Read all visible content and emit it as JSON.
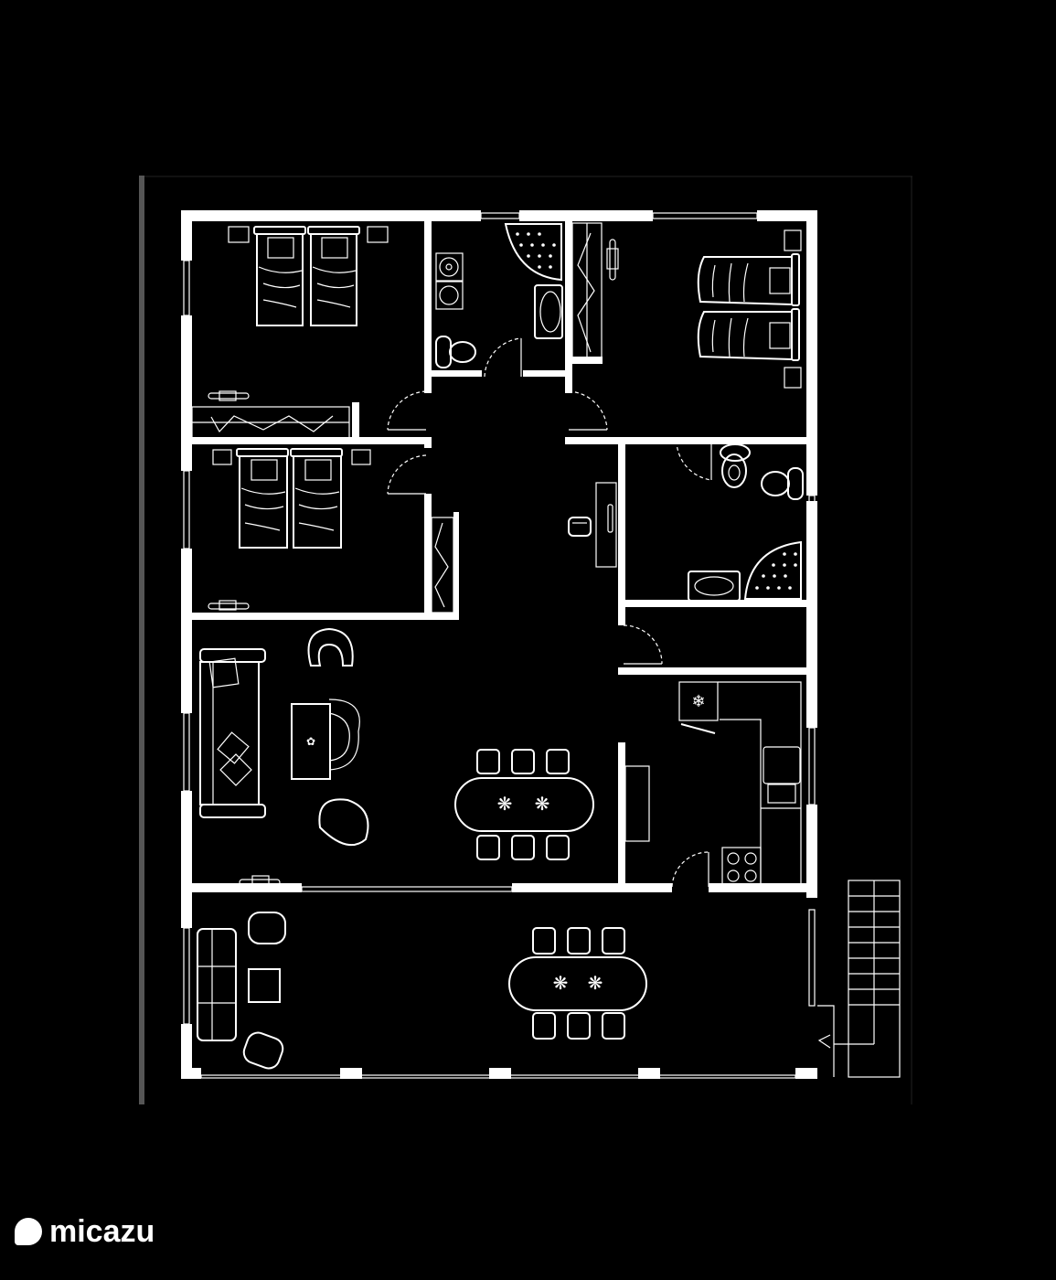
{
  "brand": {
    "name": "micazu",
    "logo_icon": "speech-bubble-logo-icon"
  },
  "floorplan": {
    "background_color": "#000000",
    "line_color": "#ffffff",
    "frame_color": "#555555",
    "rooms": [
      {
        "id": "bedroom-1",
        "type": "bedroom",
        "furniture": [
          "twin-beds",
          "nightstands",
          "wardrobe",
          "radiator"
        ]
      },
      {
        "id": "bathroom-1",
        "type": "bathroom",
        "furniture": [
          "corner-shower",
          "sink",
          "toilet",
          "washer",
          "dryer"
        ]
      },
      {
        "id": "closet",
        "type": "wardrobe",
        "furniture": [
          "wardrobe"
        ]
      },
      {
        "id": "bedroom-2",
        "type": "bedroom",
        "furniture": [
          "twin-beds",
          "nightstands",
          "radiator"
        ]
      },
      {
        "id": "bedroom-3",
        "type": "bedroom",
        "furniture": [
          "twin-beds",
          "nightstands",
          "wardrobe",
          "radiator"
        ]
      },
      {
        "id": "hallway",
        "type": "hallway",
        "furniture": [
          "desk",
          "chair"
        ]
      },
      {
        "id": "bathroom-2",
        "type": "bathroom",
        "furniture": [
          "toilet",
          "bidet",
          "sink",
          "corner-shower"
        ]
      },
      {
        "id": "storage",
        "type": "storage",
        "furniture": []
      },
      {
        "id": "kitchen",
        "type": "kitchen",
        "furniture": [
          "fridge",
          "sink",
          "cooktop",
          "counter",
          "sideboard"
        ]
      },
      {
        "id": "living-room",
        "type": "living",
        "furniture": [
          "sofa",
          "armchairs",
          "coffee-table",
          "rug",
          "dining-table",
          "six-chairs",
          "radiator"
        ]
      },
      {
        "id": "veranda",
        "type": "veranda",
        "furniture": [
          "three-seat-sofa",
          "armchairs",
          "side-table",
          "dining-table",
          "six-chairs"
        ]
      },
      {
        "id": "stairs",
        "type": "stairs",
        "furniture": []
      }
    ]
  }
}
